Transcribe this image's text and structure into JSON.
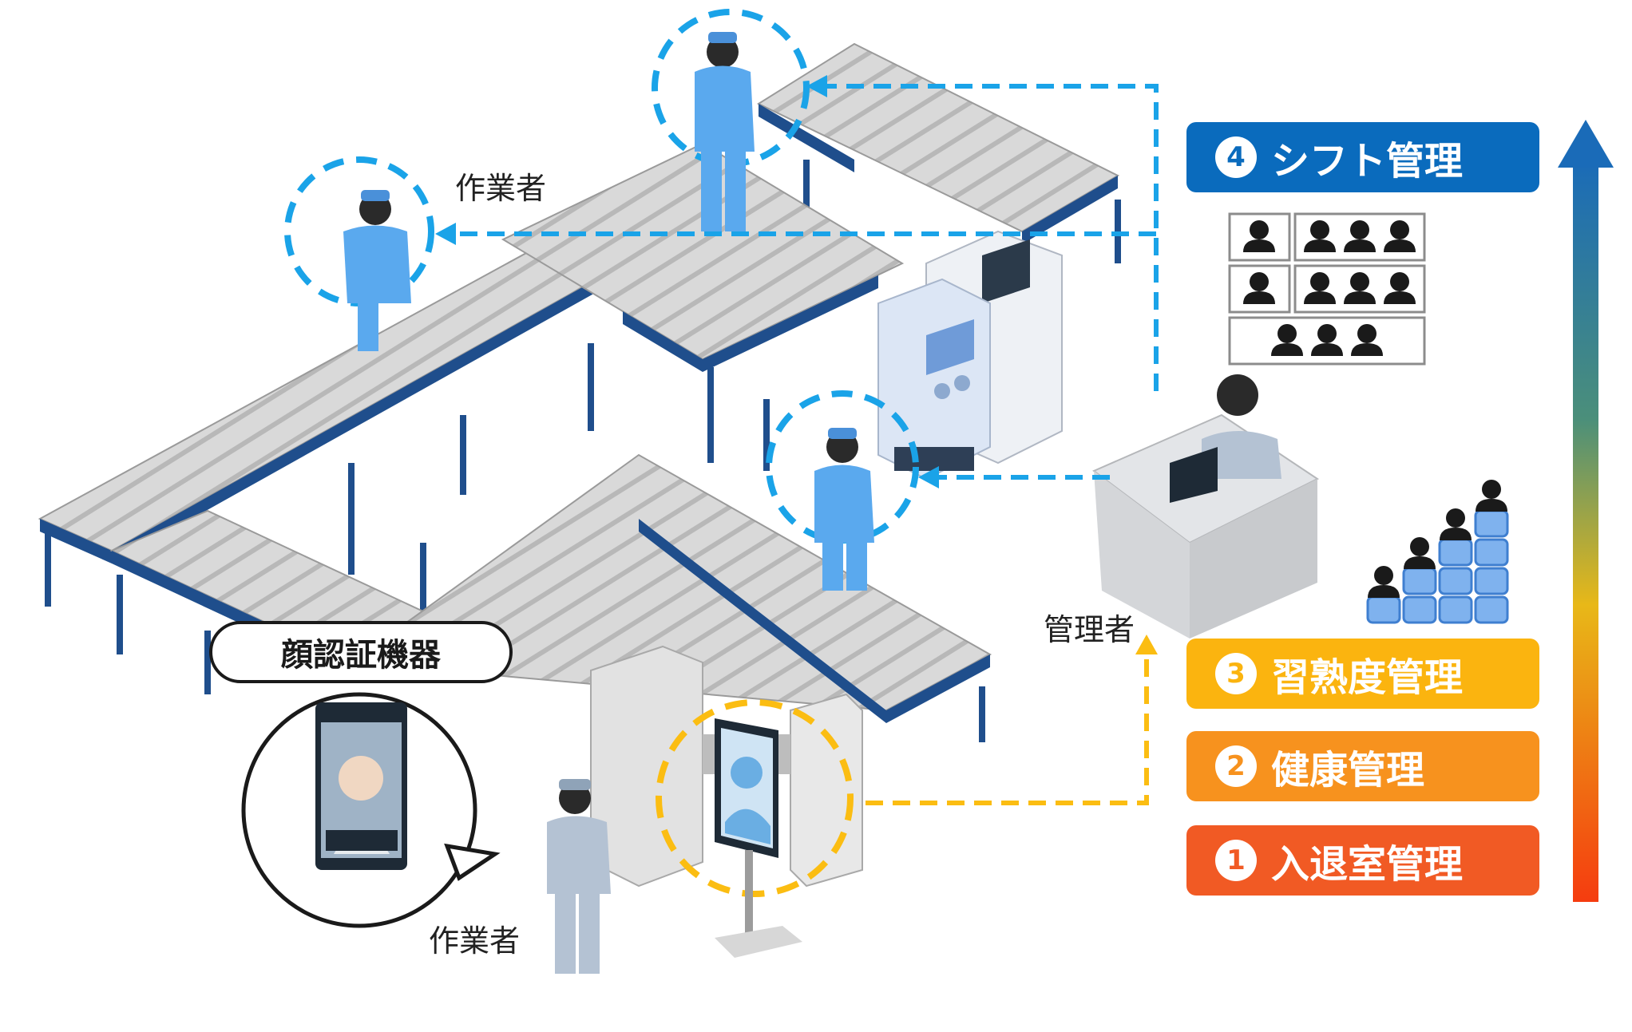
{
  "labels": {
    "worker_top": "作業者",
    "worker_bottom": "作業者",
    "manager": "管理者",
    "device_callout": "顔認証機器"
  },
  "steps": [
    {
      "num": "4",
      "text": "シフト管理",
      "color": "#0a6bbd"
    },
    {
      "num": "3",
      "text": "習熟度管理",
      "color": "#fbb40f"
    },
    {
      "num": "2",
      "text": "健康管理",
      "color": "#f7921e"
    },
    {
      "num": "1",
      "text": "入退室管理",
      "color": "#f15a24"
    }
  ],
  "colors": {
    "conveyor_top": "#d4d4d4",
    "conveyor_frame": "#1f4e8c",
    "worker_blue": "#5aa9ee",
    "dashed_blue": "#1aa3e8",
    "dashed_yellow": "#fbbd12",
    "arrow_top": "#1a6bb8",
    "arrow_bottom": "#f53c0f"
  },
  "icons": [
    "person-icon",
    "shift-grid-icon",
    "skill-stack-icon",
    "face-recognition-device-icon",
    "machine-icon"
  ]
}
